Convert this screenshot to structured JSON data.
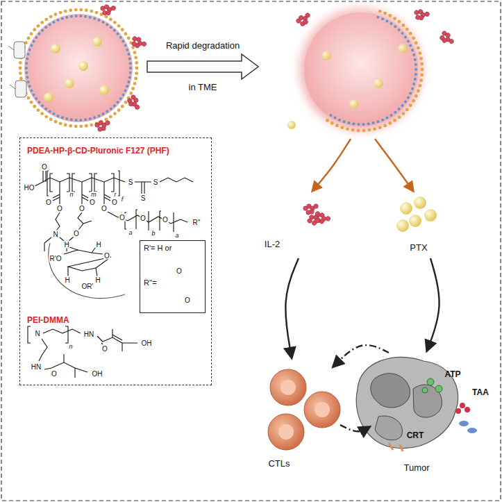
{
  "diagram": {
    "nodes": [
      {
        "text": [
          "PDEA-HP-β-CD-Pluronic F127 (PHF)",
          "PEI-DMMA"
        ]
      },
      {
        "text": [
          "R'= H or",
          "R''="
        ],
        "in": 0
      }
    ],
    "labels": [
      "Rapid degradation",
      "in TME",
      "IL-2",
      "PTX",
      "CTLs",
      "ATP",
      "TAA",
      "CRT",
      "Tumor",
      "O",
      "HO",
      "n",
      "m",
      "r",
      "f",
      "S",
      "S",
      "S",
      "O",
      "O",
      "N",
      "O",
      "O",
      "O",
      "O",
      "O",
      "H",
      "H",
      "H",
      "H",
      "O",
      "R'O",
      "OR'",
      "O",
      "a",
      "O",
      "b",
      "O",
      "a",
      "R''",
      "O",
      "O",
      "N",
      "n",
      "HN",
      "O",
      "OH",
      "HN",
      "O",
      "OH"
    ]
  }
}
